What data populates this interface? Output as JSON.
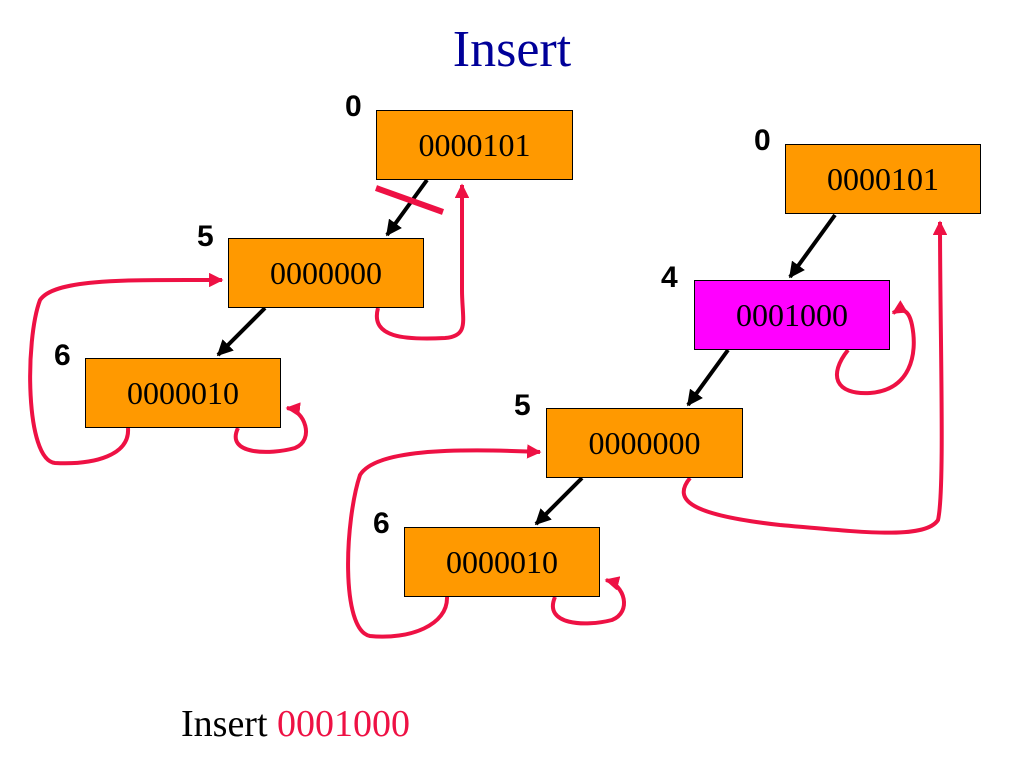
{
  "title": "Insert",
  "colors": {
    "title": "#000099",
    "node_fill": "#ff9900",
    "node_new_fill": "#ff00ff",
    "pointer_red": "#ee1144",
    "child_arrow": "#000000",
    "highlight_text": "#ee1144"
  },
  "left_tree": {
    "nodes": [
      {
        "index": "0",
        "key": "0000101"
      },
      {
        "index": "5",
        "key": "0000000"
      },
      {
        "index": "6",
        "key": "0000010"
      }
    ]
  },
  "right_tree": {
    "nodes": [
      {
        "index": "0",
        "key": "0000101"
      },
      {
        "index": "4",
        "key": "0001000"
      },
      {
        "index": "5",
        "key": "0000000"
      },
      {
        "index": "6",
        "key": "0000010"
      }
    ]
  },
  "caption": {
    "prefix": "Insert",
    "key": "0001000"
  }
}
